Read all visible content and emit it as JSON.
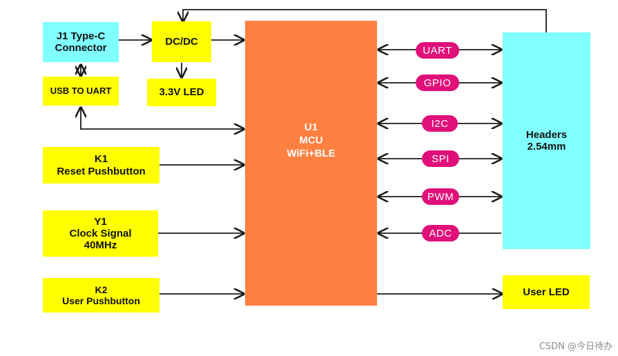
{
  "blocks": {
    "j1": {
      "line1": "J1 Type-C",
      "line2": "Connector"
    },
    "dcdc": {
      "label": "DC/DC"
    },
    "led33": {
      "label": "3.3V LED"
    },
    "usb_uart": {
      "label": "USB TO UART"
    },
    "k1": {
      "line1": "K1",
      "line2": "Reset  Pushbutton"
    },
    "y1": {
      "line1": "Y1",
      "line2": "Clock Signal",
      "line3": "40MHz"
    },
    "k2": {
      "line1": "K2",
      "line2": "User Pushbutton"
    },
    "mcu": {
      "line1": "U1",
      "line2": "MCU",
      "line3": "WiFi+BLE"
    },
    "headers": {
      "line1": "Headers",
      "line2": "2.54mm"
    },
    "user_led": {
      "label": "User LED"
    }
  },
  "interfaces": [
    "UART",
    "GPIO",
    "I2C",
    "SPI",
    "PWM",
    "ADC"
  ],
  "colors": {
    "yellow": "#ffff00",
    "cyan": "#80ffff",
    "orange": "#ff8040",
    "magenta": "#e0107a",
    "line": "#1a1a1a"
  },
  "watermark": "CSDN @今日待办"
}
